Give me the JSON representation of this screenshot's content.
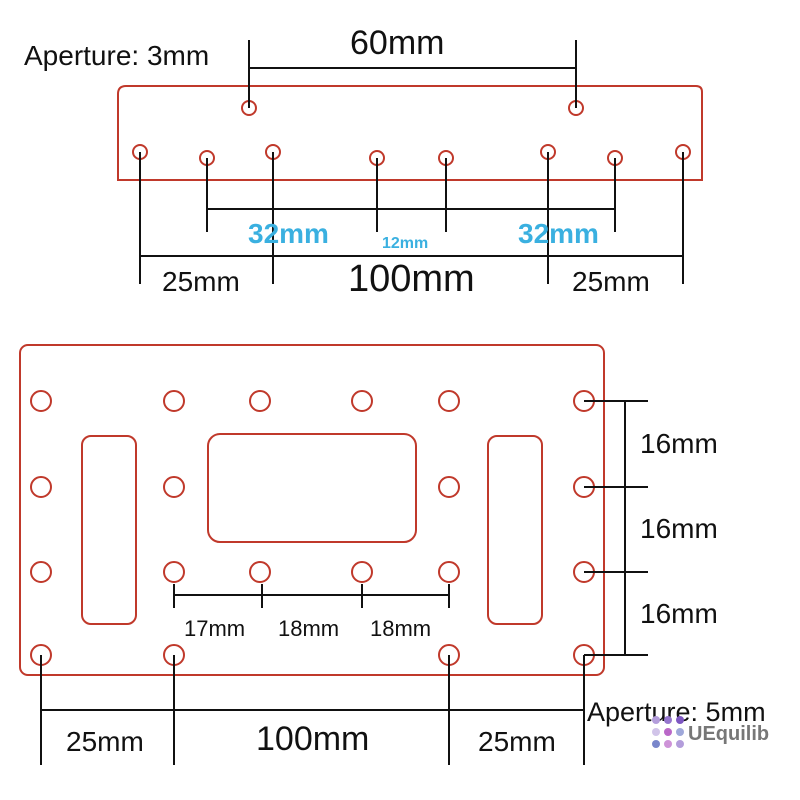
{
  "top_plate": {
    "aperture_label": "Aperture: 3mm",
    "span_top": "60mm",
    "span_32_left": "32mm",
    "span_12": "12mm",
    "span_32_right": "32mm",
    "dim_left": "25mm",
    "dim_center": "100mm",
    "dim_right": "25mm"
  },
  "bottom_plate": {
    "aperture_label": "Aperture: 5mm",
    "v_dim_1": "16mm",
    "v_dim_2": "16mm",
    "v_dim_3": "16mm",
    "inner_dim_1": "17mm",
    "inner_dim_2": "18mm",
    "inner_dim_3": "18mm",
    "dim_left": "25mm",
    "dim_center": "100mm",
    "dim_right": "25mm"
  },
  "watermark": {
    "text": "UEquilib"
  },
  "colors": {
    "plate_outline": "#c0392b",
    "dimension_line": "#111111",
    "highlight_text": "#3ab0e0",
    "logo_dots": [
      "#b39ddb",
      "#9575cd",
      "#7e57c2",
      "#d1c4e9",
      "#ba68c8",
      "#9fa8da",
      "#7986cb",
      "#ce93d8",
      "#b39ddb"
    ]
  }
}
